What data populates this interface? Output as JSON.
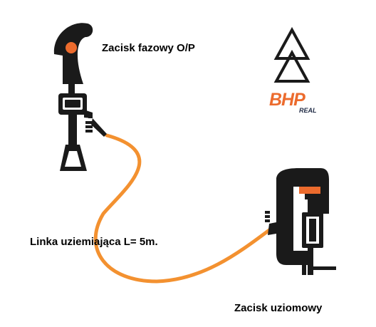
{
  "labels": {
    "phase_clamp": "Zacisk fazowy O/P",
    "earthing_lead": "Linka uziemiająca  L= 5m.",
    "earth_clamp": "Zacisk uziomowy"
  },
  "logo": {
    "brand": "BHP",
    "sub": "REAL"
  },
  "colors": {
    "accent": "#ec6b2d",
    "cable": "#f39130",
    "outline": "#1a1a1a",
    "navy": "#1f2a44"
  },
  "icons": [
    "phase-clamp-icon",
    "earth-clamp-icon",
    "logo-triangles-icon"
  ]
}
